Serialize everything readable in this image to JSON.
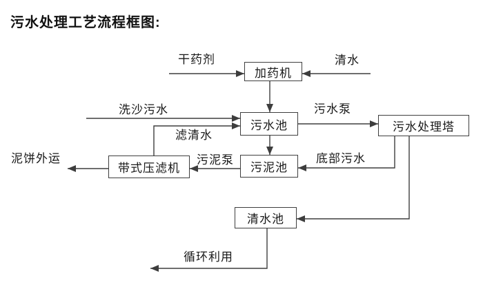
{
  "title": "污水处理工艺流程框图:",
  "diagram": {
    "nodes": {
      "dosing_machine": "加药机",
      "sewage_pool": "污水池",
      "treatment_tower": "污水处理塔",
      "sludge_pool": "污泥池",
      "belt_filter_press": "带式压滤机",
      "clean_water_pool": "清水池"
    },
    "edge_labels": {
      "dry_agent": "干药剂",
      "clean_water": "清水",
      "sand_washing_sewage": "洗沙污水",
      "filtered_water": "滤清水",
      "sewage_pump": "污水泵",
      "bottom_sewage": "底部污水",
      "sludge_pump": "污泥泵",
      "mud_cake_out": "泥饼外运",
      "recycle": "循环利用"
    },
    "colors": {
      "background": "#ffffff",
      "line": "#3d3d3d",
      "box_border": "#3d3d3d",
      "text": "#1a1a1a"
    }
  }
}
